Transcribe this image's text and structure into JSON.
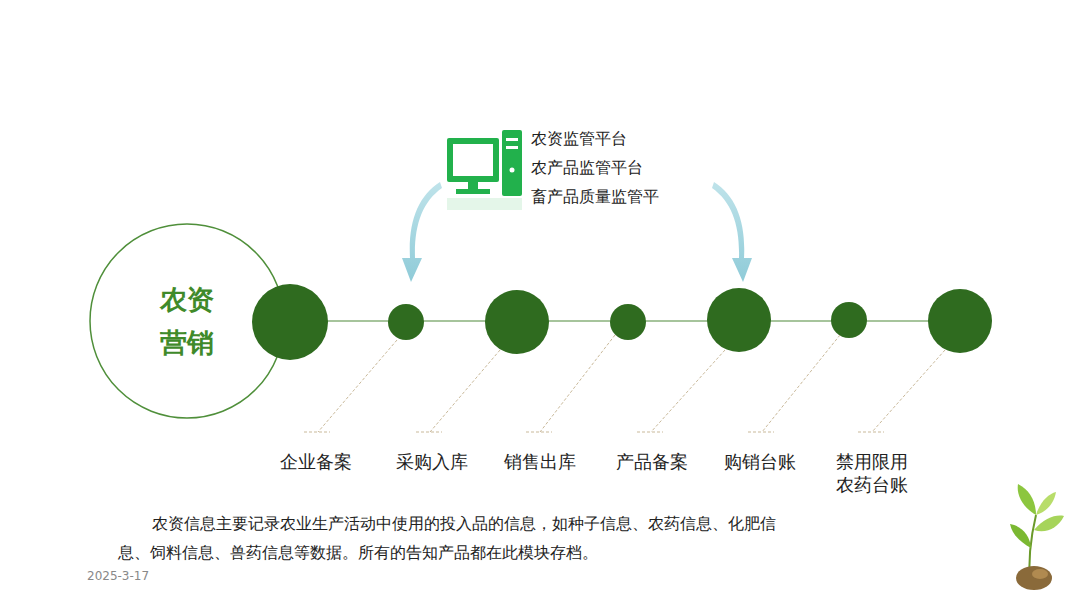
{
  "diagram": {
    "caption": "农资信息主要记录农业生产活动中使用的投入品的信息，如种子信息、农药信息、化肥信息、饲料信息、兽药信息等数据。所有的告知产品都在此模块存档。",
    "nodes": [
      {
        "text": [
          "农资 营销"
        ]
      }
    ],
    "labels": [
      "农资监管平台",
      "农产品监管平台",
      "畜产品质量监管平",
      "企业备案",
      "采购入库",
      "销售出库",
      "产品备案",
      "购销台账",
      "禁用限用 农药台账",
      "2025-3-17"
    ]
  }
}
